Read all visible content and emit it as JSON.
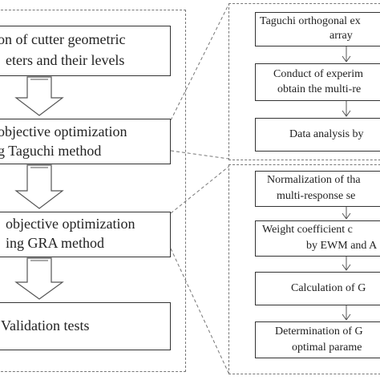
{
  "left_column": {
    "box1": {
      "line1": "on of cutter geometric",
      "line2": "eters and their levels"
    },
    "box2": {
      "line1": "objective optimization",
      "line2": "g Taguchi method"
    },
    "box3": {
      "line1": "objective optimization",
      "line2": "ing GRA method"
    },
    "box4": {
      "line1": "Validation tests"
    }
  },
  "right_top": {
    "box1": {
      "line1": "Taguchi orthogonal ex",
      "line2": "array"
    },
    "box2": {
      "line1": "Conduct of  experim",
      "line2": "obtain the multi-re"
    },
    "box3": {
      "line1": "Data analysis by"
    }
  },
  "right_bottom": {
    "box1": {
      "line1": "Normalization of tha",
      "line2": "multi-response se"
    },
    "box2": {
      "line1": "Weight coefficient c",
      "line2": "by EWM and A"
    },
    "box3": {
      "line1": "Calculation of G"
    },
    "box4": {
      "line1": "Determination of G",
      "line2": "optimal parame"
    }
  },
  "colors": {
    "border": "#333333",
    "dashed": "#777777",
    "arrow": "#555555"
  }
}
